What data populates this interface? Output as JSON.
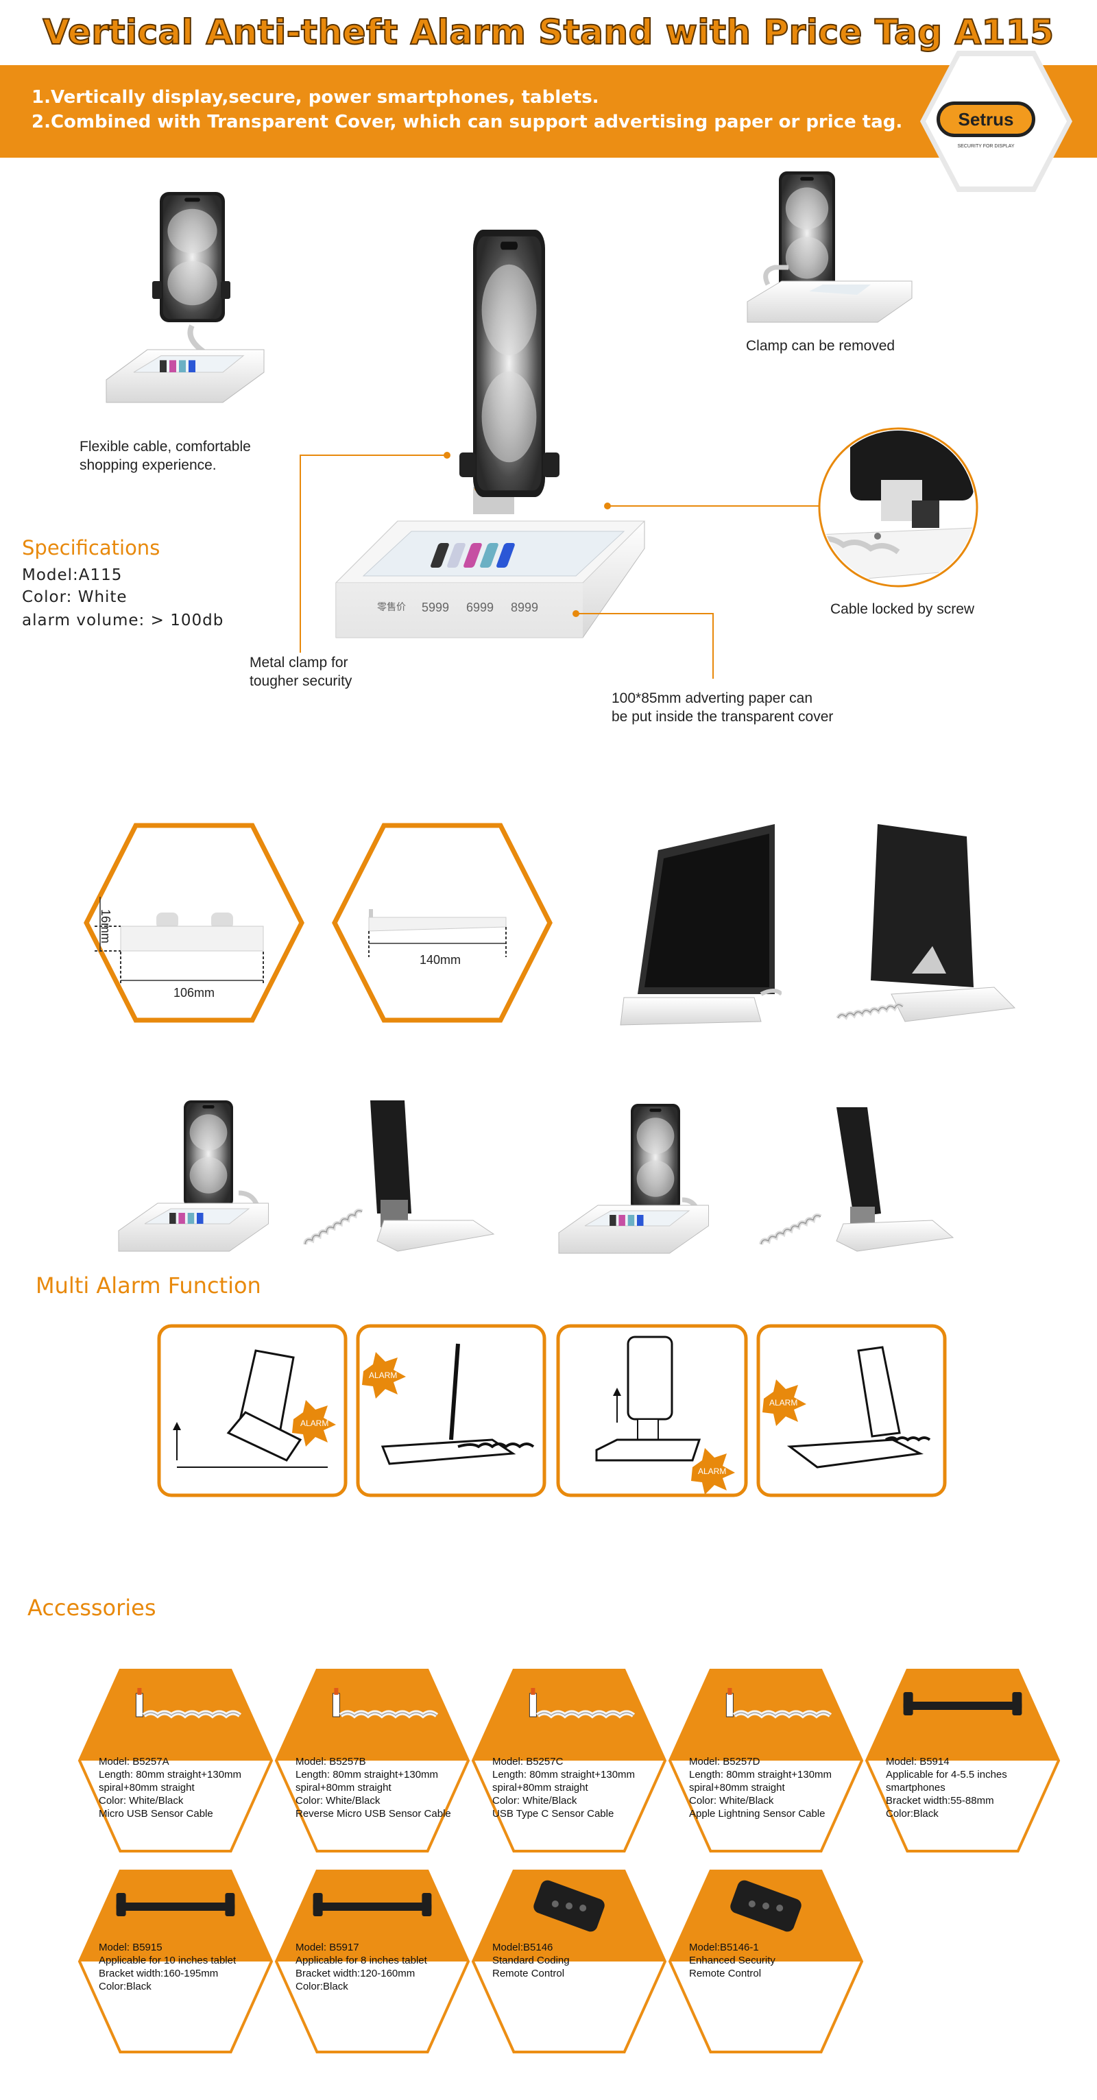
{
  "header": {
    "title": "Vertical Anti-theft Alarm Stand with Price Tag A115",
    "line1": "1.Vertically display,secure, power smartphones, tablets.",
    "line2": "2.Combined with Transparent Cover, which can support advertising paper or price tag.",
    "logo_text": "Setrus",
    "logo_sub": "SECURITY FOR DISPLAY"
  },
  "captions": {
    "flexible_cable": [
      "Flexible cable, comfortable",
      "shopping experience."
    ],
    "clamp_removed": "Clamp can be removed",
    "cable_locked": "Cable locked by screw",
    "metal_clamp": [
      "Metal clamp for",
      "tougher security"
    ],
    "adverting_paper": [
      "100*85mm adverting paper can",
      "be put inside the transparent cover"
    ]
  },
  "specs": {
    "heading": "Specifications",
    "model": "Model:A115",
    "color": "Color: White",
    "volume": "alarm volume: > 100db"
  },
  "dimensions": {
    "height": "16mm",
    "width": "106mm",
    "length": "140mm"
  },
  "stand_price": {
    "label": "零售价",
    "prices": [
      "5999",
      "6999",
      "8999"
    ]
  },
  "multi_alarm": {
    "heading": "Multi Alarm Function",
    "alarm_word": "ALARM"
  },
  "accessories": {
    "heading": "Accessories",
    "row1": [
      {
        "lines": [
          "Model: B5257A",
          "Length: 80mm straight+130mm",
          " spiral+80mm straight",
          "Color: White/Black",
          "Micro USB Sensor Cable"
        ]
      },
      {
        "lines": [
          "Model: B5257B",
          "Length: 80mm straight+130mm",
          "spiral+80mm straight",
          "Color: White/Black",
          "Reverse Micro USB Sensor Cable"
        ]
      },
      {
        "lines": [
          "Model: B5257C",
          "Length: 80mm straight+130mm",
          "spiral+80mm straight",
          "Color: White/Black",
          "USB Type C Sensor Cable"
        ]
      },
      {
        "lines": [
          "Model: B5257D",
          "Length: 80mm straight+130mm",
          "spiral+80mm straight",
          "Color: White/Black",
          "Apple Lightning Sensor Cable"
        ]
      },
      {
        "lines": [
          "Model: B5914",
          "Applicable for 4-5.5 inches",
          "smartphones",
          "Bracket width:55-88mm",
          "Color:Black"
        ]
      }
    ],
    "row2": [
      {
        "lines": [
          "Model: B5915",
          "Applicable for 10 inches tablet",
          "Bracket width:160-195mm",
          "Color:Black"
        ]
      },
      {
        "lines": [
          "Model: B5917",
          "Applicable for 8 inches tablet",
          "Bracket width:120-160mm",
          "Color:Black"
        ]
      },
      {
        "lines": [
          "Model:B5146",
          "Standard Coding",
          "Remote Control"
        ]
      },
      {
        "lines": [
          "Model:B5146-1",
          "Enhanced Security",
          "Remote Control"
        ]
      }
    ]
  },
  "colors": {
    "accent": "#ec8e14",
    "title_outline": "#5a3300",
    "dark": "#1e1e1e"
  }
}
